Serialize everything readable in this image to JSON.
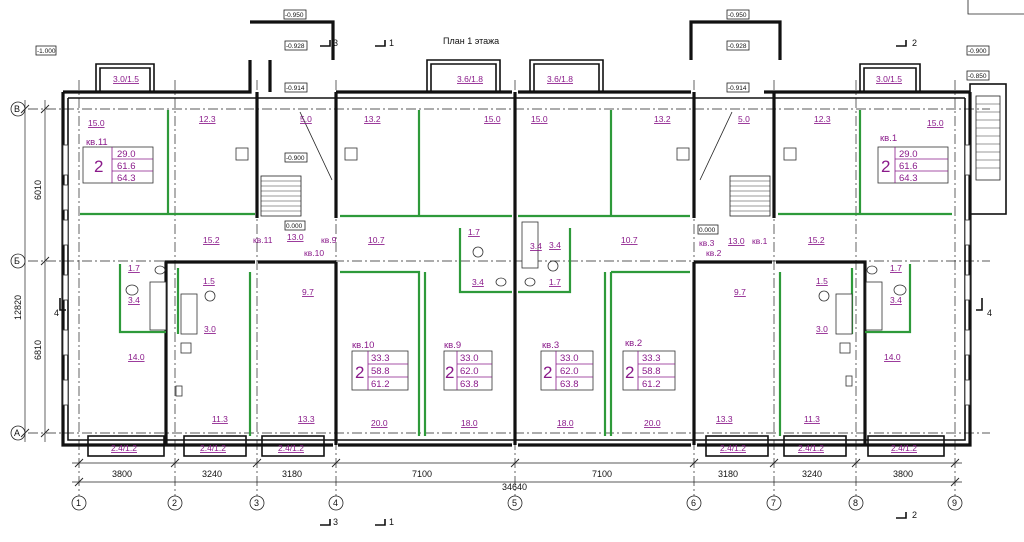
{
  "title": "План 1 этажа",
  "axes_letters": [
    "В",
    "Б",
    "А"
  ],
  "axes_numbers": [
    "1",
    "2",
    "3",
    "4",
    "5",
    "6",
    "7",
    "8",
    "9"
  ],
  "dims_bottom": [
    "3800",
    "3240",
    "3180",
    "7100",
    "7100",
    "3180",
    "3240",
    "3800"
  ],
  "total_width": "34640",
  "dims_left": [
    "6010",
    "6810"
  ],
  "total_height": "12820",
  "section_marks": [
    "1",
    "2",
    "3",
    "4"
  ],
  "levels": {
    "l1": "-1.000",
    "l2": "-0.950",
    "l3": "-0.928",
    "l4": "-0.914",
    "l5": "-0.900",
    "l6": "0.000",
    "l7": "-0.950",
    "l8": "-0.928",
    "l9": "-0.914",
    "l10": "0.000",
    "l11": "-0.900",
    "l12": "-0.850"
  },
  "balconies": [
    "3.0/1.5",
    "3.6/1.8",
    "3.6/1.8",
    "3.0/1.5"
  ],
  "loggias": [
    "2.4/1.2",
    "2.4/1.2",
    "2.4/1.2",
    "2.4/1.2",
    "2.4/1.2",
    "2.4/1.2"
  ],
  "room_areas_top": [
    "15.0",
    "12.3",
    "5.0",
    "13.2",
    "15.0",
    "15.0",
    "13.2",
    "5.0",
    "12.3",
    "15.0"
  ],
  "room_areas_mid": [
    "15.2",
    "13.0",
    "10.7",
    "1.7",
    "3.4",
    "3.4",
    "1.7",
    "10.7",
    "13.0",
    "15.2"
  ],
  "room_areas_low": [
    "1.7",
    "1.5",
    "3.4",
    "3.0",
    "9.7",
    "3.4",
    "9.7",
    "1.5",
    "1.7",
    "3.0",
    "3.4",
    "14.0",
    "14.0"
  ],
  "room_areas_bottom": [
    "11.3",
    "13.3",
    "20.0",
    "18.0",
    "18.0",
    "20.0",
    "13.3",
    "11.3"
  ],
  "apt_labels": {
    "k11": "кв.11",
    "k9": "кв.9",
    "k10": "кв.10",
    "k3": "кв.3",
    "k2": "кв.2",
    "k1": "кв.1",
    "k11b": "кв.11",
    "k9b": "кв.9",
    "k10b": "кв.10",
    "k3b": "кв.3",
    "k2b": "кв.2",
    "k1b": "кв.1"
  },
  "apartments": [
    {
      "rooms": "2",
      "a": "29.0",
      "b": "61.6",
      "c": "64.3"
    },
    {
      "rooms": "2",
      "a": "33.3",
      "b": "58.8",
      "c": "61.2"
    },
    {
      "rooms": "2",
      "a": "33.0",
      "b": "62.0",
      "c": "63.8"
    },
    {
      "rooms": "2",
      "a": "33.0",
      "b": "62.0",
      "c": "63.8"
    },
    {
      "rooms": "2",
      "a": "33.3",
      "b": "58.8",
      "c": "61.2"
    },
    {
      "rooms": "2",
      "a": "29.0",
      "b": "61.6",
      "c": "64.3"
    }
  ]
}
